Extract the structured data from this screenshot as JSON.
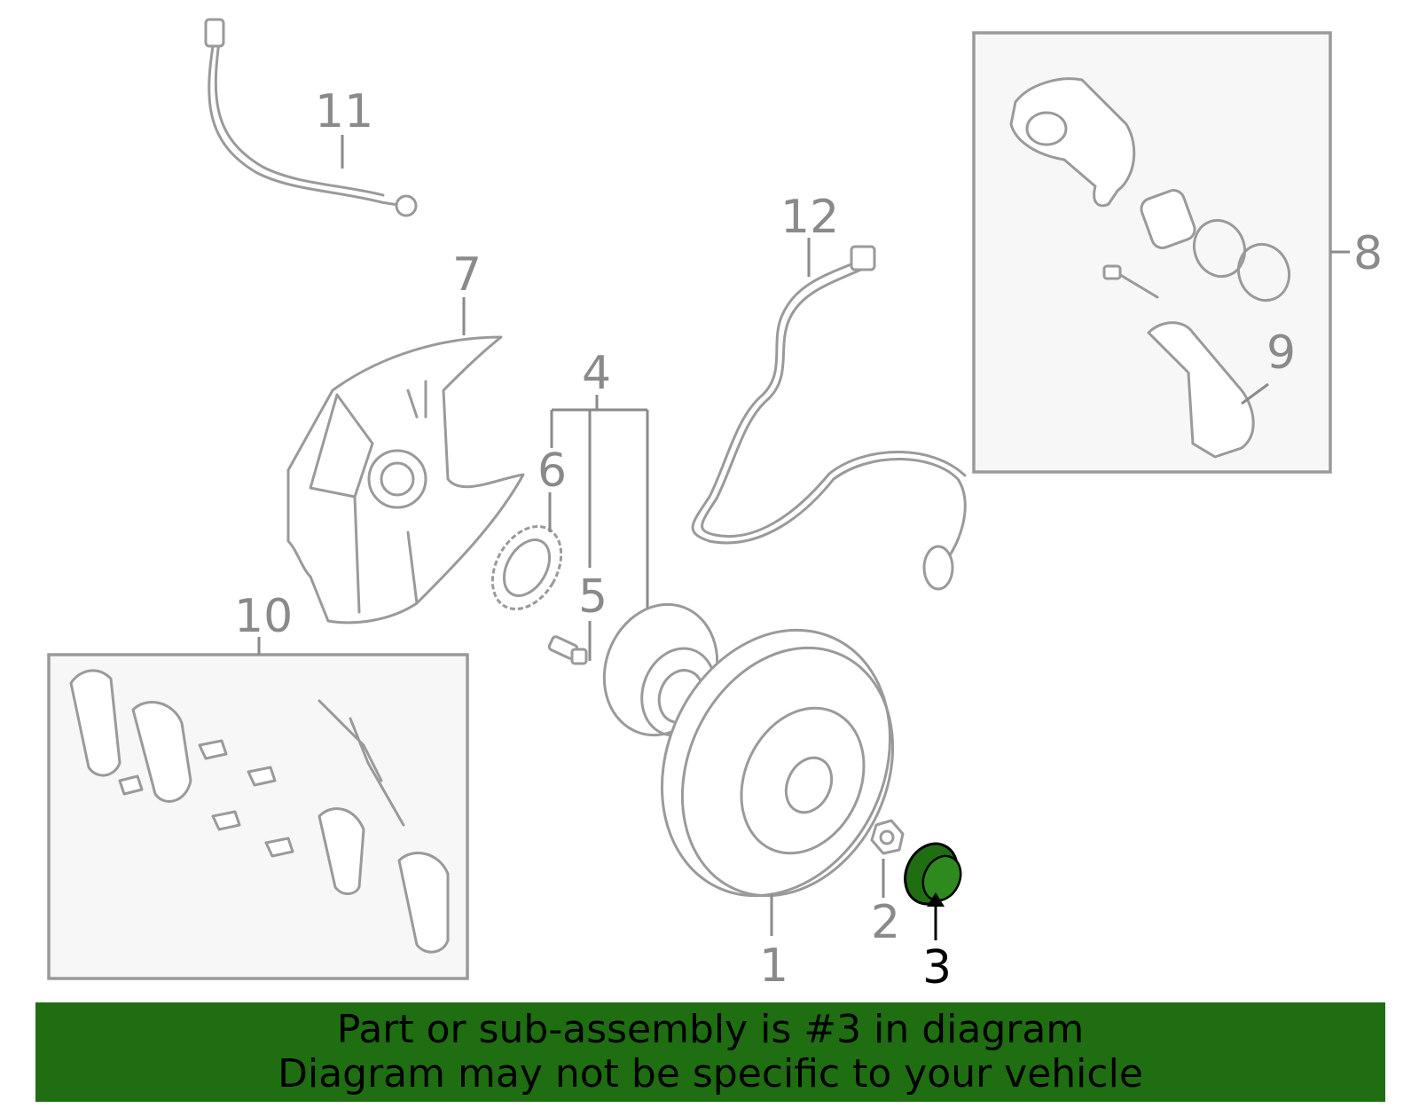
{
  "callouts": {
    "c1": "1",
    "c2": "2",
    "c3": "3",
    "c4": "4",
    "c5": "5",
    "c6": "6",
    "c7": "7",
    "c8": "8",
    "c9": "9",
    "c10": "10",
    "c11": "11",
    "c12": "12"
  },
  "highlight": {
    "part_number": "3",
    "color": "#1f6e12"
  },
  "banner": {
    "line1": "Part or sub-assembly is #3 in diagram",
    "line2": "Diagram may not be specific to your vehicle",
    "background": "#1f6e12"
  }
}
